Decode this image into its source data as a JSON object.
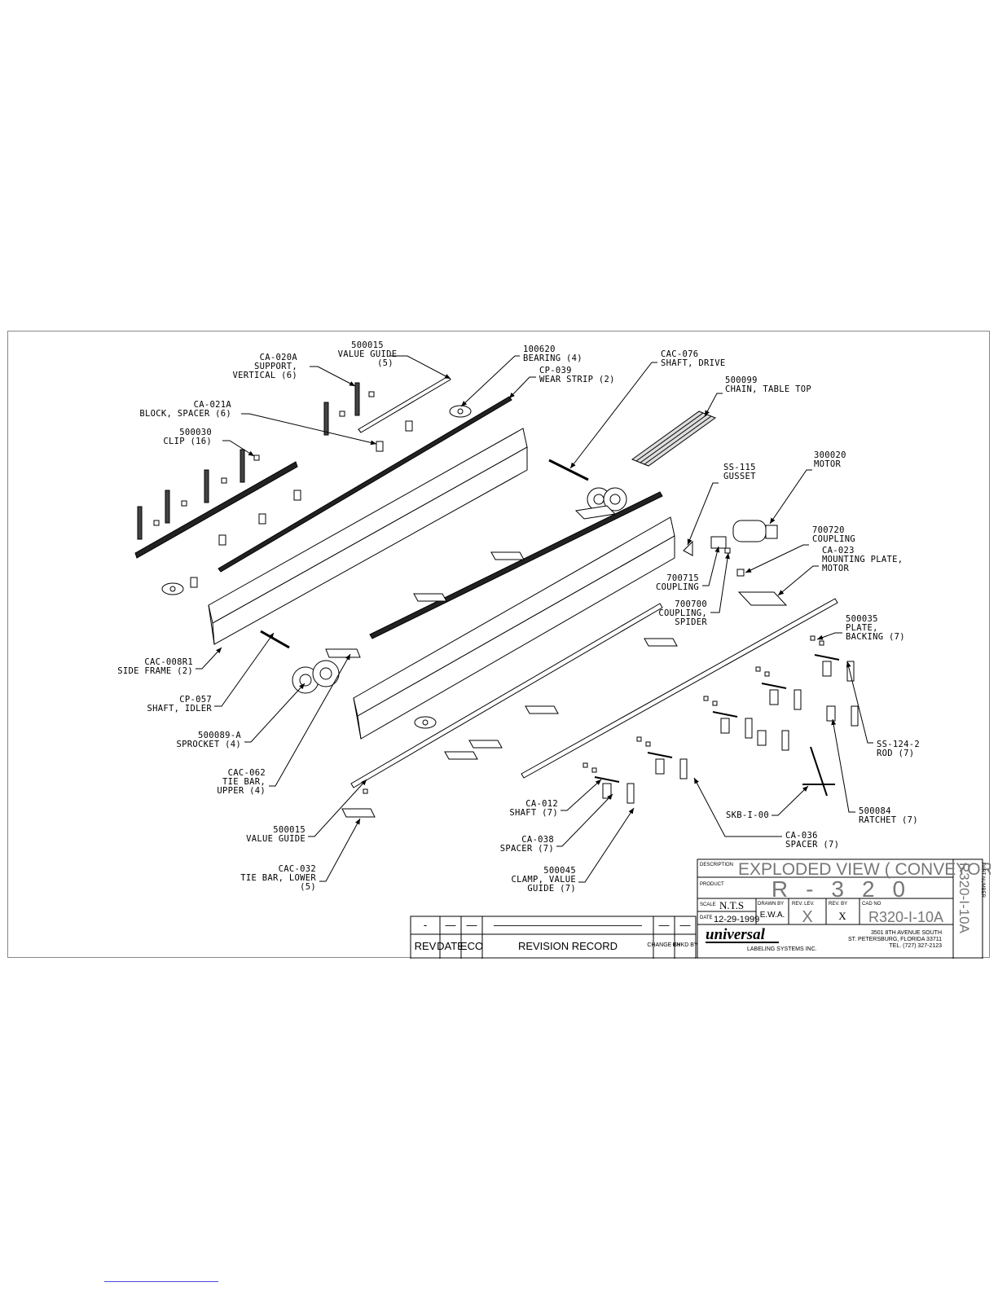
{
  "callouts": [
    {
      "id": "c1",
      "lines": [
        "500015",
        "VALUE GUIDE",
        "(5)"
      ]
    },
    {
      "id": "c2",
      "lines": [
        "CA-020A",
        "SUPPORT,",
        "VERTICAL (6)"
      ]
    },
    {
      "id": "c3",
      "lines": [
        "CA-021A",
        "BLOCK, SPACER (6)"
      ]
    },
    {
      "id": "c4",
      "lines": [
        "500030",
        "CLIP (16)"
      ]
    },
    {
      "id": "c5",
      "lines": [
        "100620",
        "BEARING (4)"
      ]
    },
    {
      "id": "c6",
      "lines": [
        "CP-039",
        "WEAR STRIP (2)"
      ]
    },
    {
      "id": "c7",
      "lines": [
        "CAC-076",
        "SHAFT, DRIVE"
      ]
    },
    {
      "id": "c8",
      "lines": [
        "500099",
        "CHAIN, TABLE TOP"
      ]
    },
    {
      "id": "c9",
      "lines": [
        "SS-115",
        "GUSSET"
      ]
    },
    {
      "id": "c10",
      "lines": [
        "300020",
        "MOTOR"
      ]
    },
    {
      "id": "c11",
      "lines": [
        "700720",
        "COUPLING"
      ]
    },
    {
      "id": "c12",
      "lines": [
        "CA-023",
        "MOUNTING PLATE,",
        "MOTOR"
      ]
    },
    {
      "id": "c13",
      "lines": [
        "700715",
        "COUPLING"
      ]
    },
    {
      "id": "c14",
      "lines": [
        "700700",
        "COUPLING,",
        "SPIDER"
      ]
    },
    {
      "id": "c15",
      "lines": [
        "500035",
        "PLATE,",
        "BACKING (7)"
      ]
    },
    {
      "id": "c16",
      "lines": [
        "CAC-008R1",
        "SIDE FRAME (2)"
      ]
    },
    {
      "id": "c17",
      "lines": [
        "CP-057",
        "SHAFT, IDLER"
      ]
    },
    {
      "id": "c18",
      "lines": [
        "500089-A",
        "SPROCKET (4)"
      ]
    },
    {
      "id": "c19",
      "lines": [
        "CAC-062",
        "TIE BAR,",
        "UPPER (4)"
      ]
    },
    {
      "id": "c20",
      "lines": [
        "500015",
        "VALUE GUIDE"
      ]
    },
    {
      "id": "c21",
      "lines": [
        "CAC-032",
        "TIE BAR, LOWER",
        "(5)"
      ]
    },
    {
      "id": "c22",
      "lines": [
        "CA-012",
        "SHAFT (7)"
      ]
    },
    {
      "id": "c23",
      "lines": [
        "CA-038",
        "SPACER (7)"
      ]
    },
    {
      "id": "c24",
      "lines": [
        "500045",
        "CLAMP, VALUE",
        "GUIDE (7)"
      ]
    },
    {
      "id": "c25",
      "lines": [
        "SKB-I-00"
      ]
    },
    {
      "id": "c26",
      "lines": [
        "CA-036",
        "SPACER (7)"
      ]
    },
    {
      "id": "c27",
      "lines": [
        "SS-124-2",
        "ROD (7)"
      ]
    },
    {
      "id": "c28",
      "lines": [
        "500084",
        "RATCHET (7)"
      ]
    }
  ],
  "title_block": {
    "description_label": "DESCRIPTION",
    "description": "EXPLODED VIEW ( CONVEYOR )",
    "product_label": "PRODUCT",
    "product": "R-320",
    "scale_label": "SCALE",
    "scale": "N.T.S",
    "date_label": "DATE",
    "date": "12-29-1999",
    "drawn_by_label": "DRAWN BY",
    "drawn_by": "E.W.A.",
    "rev_lev_label": "REV. LEV.",
    "rev_lev": "X",
    "rev_by_label": "REV. BY",
    "rev_by": "X",
    "cad_no_label": "CAD NO",
    "cad_no": "R320-I-10A",
    "part_number_label": "PART NUMBER",
    "part_number": "R320-I-10A",
    "company_logo": "universal",
    "company_sub": "LABELING SYSTEMS INC.",
    "address1": "3501 8TH AVENUE SOUTH",
    "address2": "ST. PETERSBURG, FLORIDA 33711",
    "phone": "TEL. (727) 327-2123"
  },
  "revision_block": {
    "cols": [
      "REV",
      "DATE",
      "ECO",
      "REVISION RECORD",
      "CHANGE BY",
      "CHKD BY"
    ],
    "row_marks": [
      "-",
      "—",
      "—",
      "——————————————",
      "—",
      "—"
    ]
  }
}
